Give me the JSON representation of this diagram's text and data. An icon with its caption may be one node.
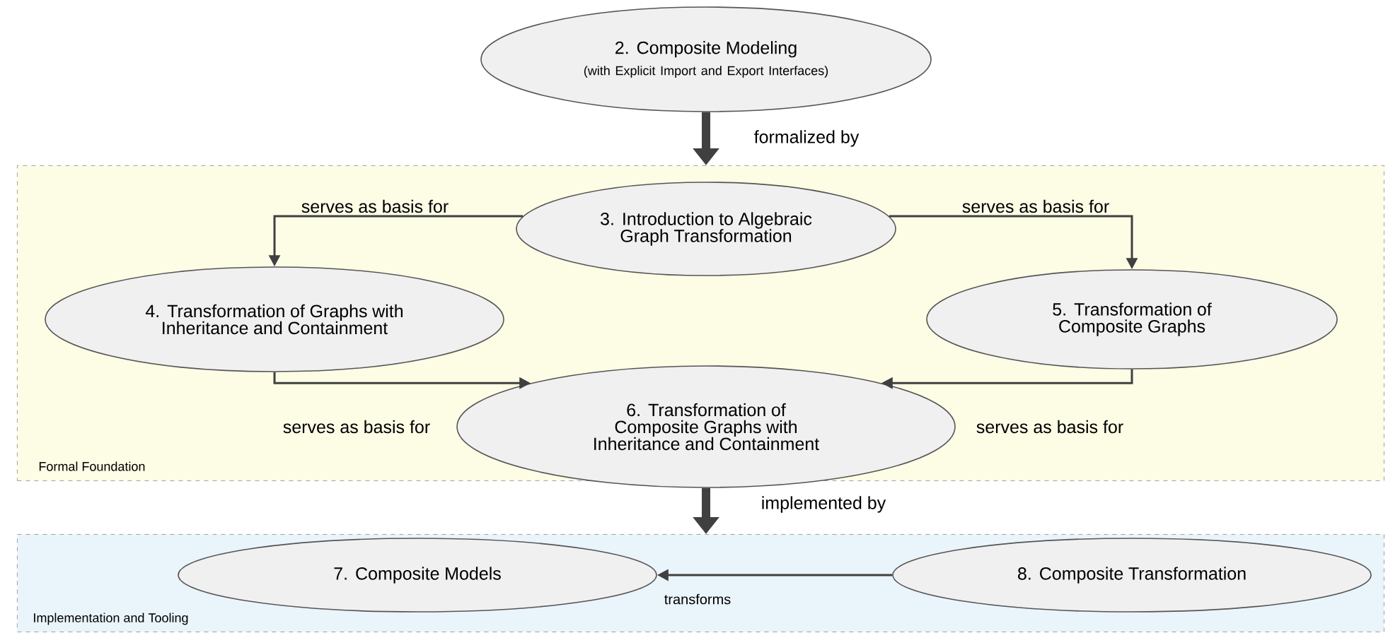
{
  "diagram": {
    "nodes": [
      {
        "text": [
          "2. Composite Modeling",
          "(with Explicit Import and Export Interfaces)"
        ]
      },
      {
        "text": [
          "Formal Foundation"
        ]
      },
      {
        "text": [
          "3. Introduction to Algebraic Graph Transformation"
        ],
        "in": 1
      },
      {
        "text": [
          "4. Transformation of Graphs with Inheritance and Containment"
        ],
        "in": 1
      },
      {
        "text": [
          "5. Transformation of Composite Graphs"
        ],
        "in": 1
      },
      {
        "text": [
          "6. Transformation of Composite Graphs with Inheritance and Containment"
        ],
        "in": 1
      },
      {
        "text": [
          "Implementation and Tooling"
        ]
      },
      {
        "text": [
          "7. Composite Models"
        ],
        "in": 6
      },
      {
        "text": [
          "8. Composite Transformation"
        ],
        "in": 6
      }
    ],
    "edges": [
      {
        "from": 0,
        "to": 1,
        "arrow": "to",
        "label": "formalized by",
        "style": "thick"
      },
      {
        "from": 2,
        "to": 3,
        "arrow": "to",
        "label": "serves as basis for"
      },
      {
        "from": 2,
        "to": 4,
        "arrow": "to",
        "label": "serves as basis for"
      },
      {
        "from": 3,
        "to": 5,
        "arrow": "to",
        "label": "serves as basis for"
      },
      {
        "from": 4,
        "to": 5,
        "arrow": "to",
        "label": "serves as basis for"
      },
      {
        "from": 5,
        "to": 6,
        "arrow": "to",
        "label": "implemented by",
        "style": "thick"
      },
      {
        "from": 8,
        "to": 7,
        "arrow": "to",
        "label": "transforms"
      }
    ]
  }
}
